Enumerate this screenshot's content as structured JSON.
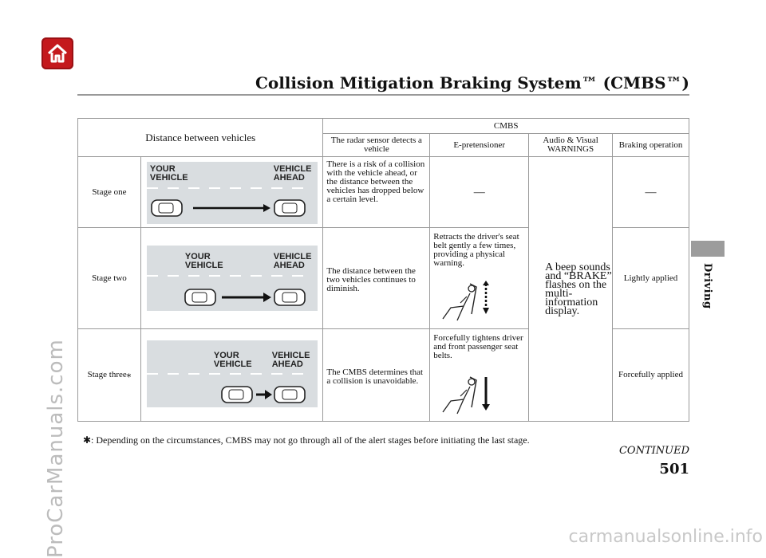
{
  "header": {
    "title": "Collision Mitigation Braking System™ (CMBS™)"
  },
  "side_tab": {
    "label": "Driving"
  },
  "watermarks": {
    "left": "ProCarManuals.com",
    "bottom": "carmanualsonline.info"
  },
  "table": {
    "distance_header": "Distance between vehicles",
    "cmbs_header": "CMBS",
    "columns": [
      "The radar sensor detects a vehicle",
      "E-pretensioner",
      "Audio & Visual WARNINGS",
      "Braking operation"
    ],
    "image_labels": {
      "your_vehicle_1": "YOUR",
      "your_vehicle_2": "VEHICLE",
      "vehicle_ahead_1": "VEHICLE",
      "vehicle_ahead_2": "AHEAD"
    },
    "stages": [
      {
        "name": "Stage one",
        "radar": "There is a risk of a collision with the vehicle ahead, or the distance between the vehicles has dropped below a certain level.",
        "pretensioner": "—",
        "braking": "—"
      },
      {
        "name": "Stage two",
        "radar": "The distance between the two vehicles continues to diminish.",
        "pretensioner": "Retracts the driver's seat belt gently a few times, providing a physical warning.",
        "braking": "Lightly applied"
      },
      {
        "name": "Stage three⁎",
        "radar": "The CMBS determines that a collision is unavoidable.",
        "pretensioner": "Forcefully tightens driver and front passenger seat belts.",
        "braking": "Forcefully applied"
      }
    ],
    "warning": "A beep sounds and “BRAKE” flashes on the multi-information display."
  },
  "footnote": "✱: Depending on the circumstances, CMBS may not go through all of the alert stages before initiating the last stage.",
  "continued": "CONTINUED",
  "page_number": "501",
  "colors": {
    "home_button": "#c4191d",
    "road": "#d9dde0",
    "side_tab": "#9c9c9c"
  }
}
